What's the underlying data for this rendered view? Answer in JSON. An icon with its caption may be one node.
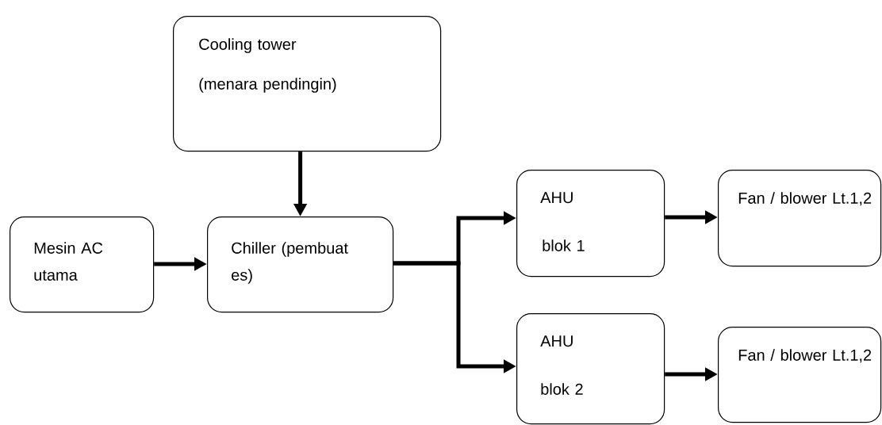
{
  "diagram": {
    "nodes": [
      {
        "text": [
          "Cooling tower",
          "(menara pendingin)"
        ]
      },
      {
        "text": [
          "Mesin AC utama"
        ]
      },
      {
        "text": [
          "Chiller (pembuat es)"
        ]
      },
      {
        "text": [
          "AHU",
          "blok 1"
        ]
      },
      {
        "text": [
          "Fan / blower Lt.1,2"
        ]
      },
      {
        "text": [
          "AHU",
          "blok 2"
        ]
      },
      {
        "text": [
          "Fan / blower Lt.1,2"
        ]
      }
    ],
    "edges": [
      {
        "from": 0,
        "to": 2,
        "arrow": "to"
      },
      {
        "from": 1,
        "to": 2,
        "arrow": "to"
      },
      {
        "from": 2,
        "to": 3,
        "arrow": "to"
      },
      {
        "from": 2,
        "to": 5,
        "arrow": "to"
      },
      {
        "from": 3,
        "to": 4,
        "arrow": "to"
      },
      {
        "from": 5,
        "to": 6,
        "arrow": "to"
      }
    ]
  }
}
